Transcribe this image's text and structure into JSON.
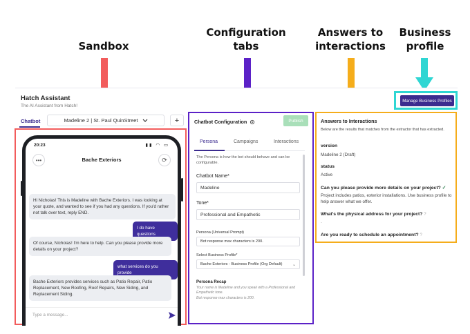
{
  "annotations": {
    "sandbox": "Sandbox",
    "configuration_line1": "Configuration",
    "configuration_line2": "tabs",
    "answers_line1": "Answers to",
    "answers_line2": "interactions",
    "business_line1": "Business",
    "business_line2": "profile"
  },
  "colors": {
    "sandbox": "#f25c5c",
    "configuration": "#5b21c7",
    "answers": "#f5ad1b",
    "business": "#2fd6d3",
    "primary_button": "#3b2b8f",
    "publish_button": "#a9dfb9"
  },
  "app": {
    "title": "Hatch Assistant",
    "subtitle": "The AI Assistant from Hatch!",
    "manage_button": "Manage Business Profiles",
    "tab_chatbot": "Chatbot",
    "bot_select": "Madeline 2 | St. Paul QuinStreet",
    "add_button": "+"
  },
  "sandbox": {
    "status_time": "20:23",
    "status_icons": "▮▮ ◠ ▭",
    "header_title": "Bache Exteriors",
    "more_icon": "ellipsis-icon",
    "refresh_icon": "refresh-icon",
    "messages": [
      {
        "from": "bot",
        "text": "Hi Nicholas! This is Madeline with Bache Exteriors. I was looking at your quote, and wanted to see if you had any questions. If you'd rather not talk over text, reply END."
      },
      {
        "from": "user",
        "text": "I do have questions"
      },
      {
        "from": "bot",
        "text": "Of course, Nicholas! I'm here to help. Can you please provide more details on your project?"
      },
      {
        "from": "user",
        "text": "what services do you provide"
      },
      {
        "from": "bot",
        "text": "Bache Exteriors provides services such as Patio Repair, Patio Replacement, New Roofing, Roof Repairs, New Siding, and Replacement Siding."
      }
    ],
    "input_placeholder": "Type a message..."
  },
  "configuration": {
    "title": "Chatbot Configuration",
    "publish": "Publish",
    "tabs": [
      "Persona",
      "Campaigns",
      "Interactions"
    ],
    "active_tab": "Persona",
    "description": "The Persona is how the bot should behave and can be configurable.",
    "name_label": "Chatbot Name*",
    "name_value": "Madeline",
    "tone_label": "Tone*",
    "tone_value": "Professional and Empathetic",
    "persona_label": "Persona (Universal Prompt)",
    "persona_value": "Bot response max characters is 200.",
    "profile_label": "Select Business Profile*",
    "profile_value": "Bache Exteriors - Business Profile (Org Default)",
    "recap_title": "Persona Recap",
    "recap_line1": "Your name is Madeline and you speak with a Professional and Empathetic tone.",
    "recap_line2": "Bot response max characters is 200."
  },
  "answers": {
    "title": "Answers to Interactions",
    "description": "Below are the results that matches from the extractor that has extracted.",
    "items": [
      {
        "key": "version",
        "value": "Madeline 2 (Draft)"
      },
      {
        "key": "status",
        "value": "Active"
      },
      {
        "key": "Can you please provide more details on your project?",
        "value": "Project includes patios, exterior installations. Use business profile to help answer what we offer."
      },
      {
        "key": "What's the physical address for your project?",
        "value": "-"
      },
      {
        "key": "Are you ready to schedule an appointment?",
        "value": ""
      }
    ]
  }
}
